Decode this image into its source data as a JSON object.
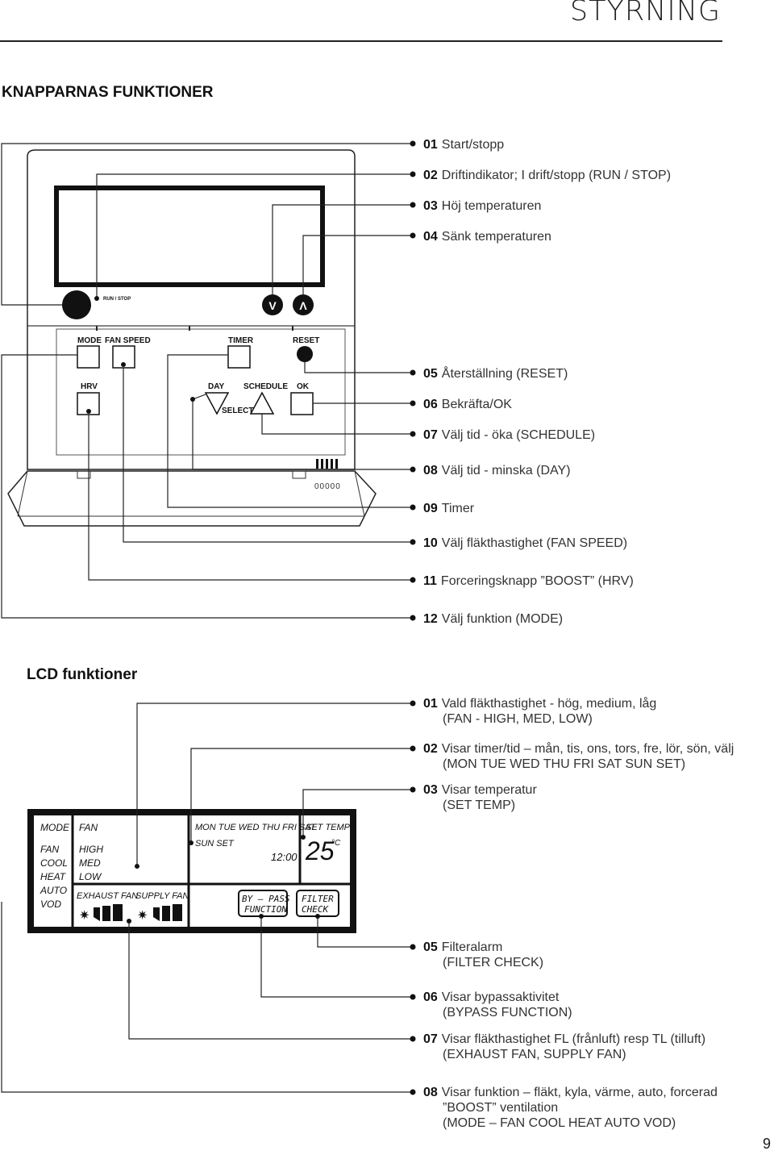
{
  "header": {
    "title": "STYRNING",
    "page_number": "9"
  },
  "buttons_section": {
    "title": "KNAPPARNAS FUNKTIONER",
    "items": [
      {
        "num": "01",
        "text": "Start/stopp"
      },
      {
        "num": "02",
        "text": "Driftindikator; I drift/stopp (RUN / STOP)"
      },
      {
        "num": "03",
        "text": "Höj temperaturen"
      },
      {
        "num": "04",
        "text": "Sänk temperaturen"
      },
      {
        "num": "05",
        "text": "Återställning (RESET)"
      },
      {
        "num": "06",
        "text": "Bekräfta/OK"
      },
      {
        "num": "07",
        "text": "Välj tid - öka (SCHEDULE)"
      },
      {
        "num": "08",
        "text": "Välj tid - minska (DAY)"
      },
      {
        "num": "09",
        "text": "Timer"
      },
      {
        "num": "10",
        "text": "Välj fläkthastighet (FAN SPEED)"
      },
      {
        "num": "11",
        "text": "Forceringsknapp ”BOOST” (HRV)"
      },
      {
        "num": "12",
        "text": "Välj funktion (MODE)"
      }
    ]
  },
  "controller": {
    "run_stop": "RUN / STOP",
    "mode": "MODE",
    "fan_speed": "FAN SPEED",
    "timer": "TIMER",
    "reset": "RESET",
    "hrv": "HRV",
    "day": "DAY",
    "schedule": "SCHEDULE",
    "ok": "OK",
    "select": "SELECT",
    "up_arrow": "V",
    "down_arrow": "Λ",
    "dots": "00000"
  },
  "lcd_section": {
    "title": "LCD funktioner",
    "items": [
      {
        "num": "01",
        "text": "Vald fläkthastighet - hög, medium, låg",
        "sub": "(FAN - HIGH, MED, LOW)"
      },
      {
        "num": "02",
        "text": "Visar timer/tid – mån, tis, ons, tors, fre, lör, sön, välj",
        "sub": "(MON TUE WED THU FRI SAT SUN SET)"
      },
      {
        "num": "03",
        "text": "Visar temperatur",
        "sub": "(SET TEMP)"
      },
      {
        "num": "05",
        "text": "Filteralarm",
        "sub": "(FILTER CHECK)"
      },
      {
        "num": "06",
        "text": "Visar bypassaktivitet",
        "sub": "(BYPASS FUNCTION)"
      },
      {
        "num": "07",
        "text": "Visar fläkthastighet FL (frånluft) resp TL (tilluft)",
        "sub": "(EXHAUST FAN, SUPPLY FAN)"
      },
      {
        "num": "08",
        "text": "Visar funktion – fläkt, kyla, värme, auto, forcerad",
        "sub": "”BOOST” ventilation",
        "sub2": "(MODE – FAN COOL HEAT AUTO VOD)"
      }
    ]
  },
  "lcd_display": {
    "mode": "MODE",
    "modes": [
      "FAN",
      "COOL",
      "HEAT",
      "AUTO",
      "VOD"
    ],
    "fan": "FAN",
    "fan_speeds": [
      "HIGH",
      "MED",
      "LOW"
    ],
    "days_row1": "MON TUE WED THU FRI SAT",
    "days_row2": "SUN SET",
    "time": "12:00",
    "set_temp": "SET TEMP",
    "temp": "25",
    "unit": "°C",
    "exhaust_fan": "EXHAUST FAN",
    "supply_fan": "SUPPLY FAN",
    "bypass_1": "BY – PASS",
    "bypass_2": "FUNCTION",
    "filter_1": "FILTER",
    "filter_2": "CHECK"
  }
}
